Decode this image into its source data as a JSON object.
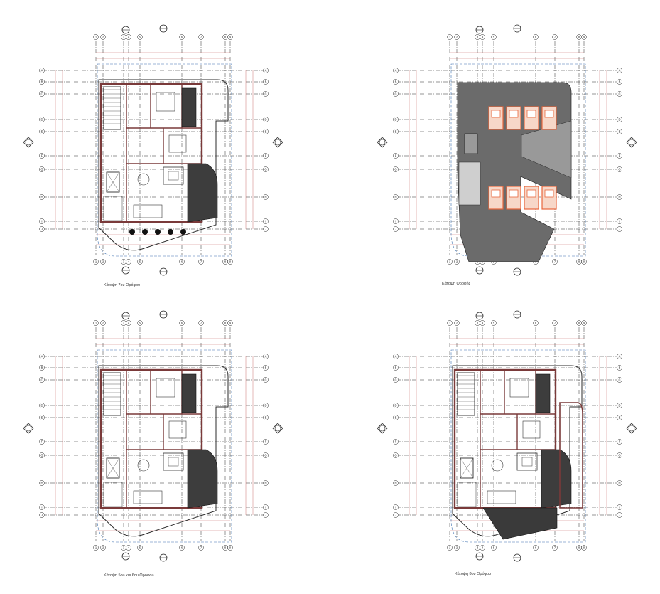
{
  "sheet": {
    "background": "#ffffff",
    "line_color": "#2b2b2b",
    "wall_color": "#7a3a3a",
    "boundary_color": "#3a6fb0",
    "dim_color": "#c0504d",
    "roof_fill": "#6b6b6b",
    "solar_color": "#e8663c"
  },
  "plans": [
    {
      "id": "p7",
      "caption": "Κάτοψη 7ου Ορόφου",
      "variant": "floor"
    },
    {
      "id": "roof",
      "caption": "Κάτοψη Οροφής",
      "variant": "roof"
    },
    {
      "id": "p56",
      "caption": "Κάτοψη 5ου και 6ου Ορόφου",
      "variant": "floor"
    },
    {
      "id": "p8",
      "caption": "Κάτοψη 8ου Ορόφου",
      "variant": "floor8"
    }
  ],
  "grid": {
    "column_labels": [
      "1",
      "2",
      "3",
      "4",
      "5",
      "6",
      "7",
      "8",
      "9"
    ],
    "row_labels": [
      "A",
      "B",
      "C",
      "D",
      "E",
      "F",
      "G",
      "H",
      "I",
      "J"
    ]
  }
}
